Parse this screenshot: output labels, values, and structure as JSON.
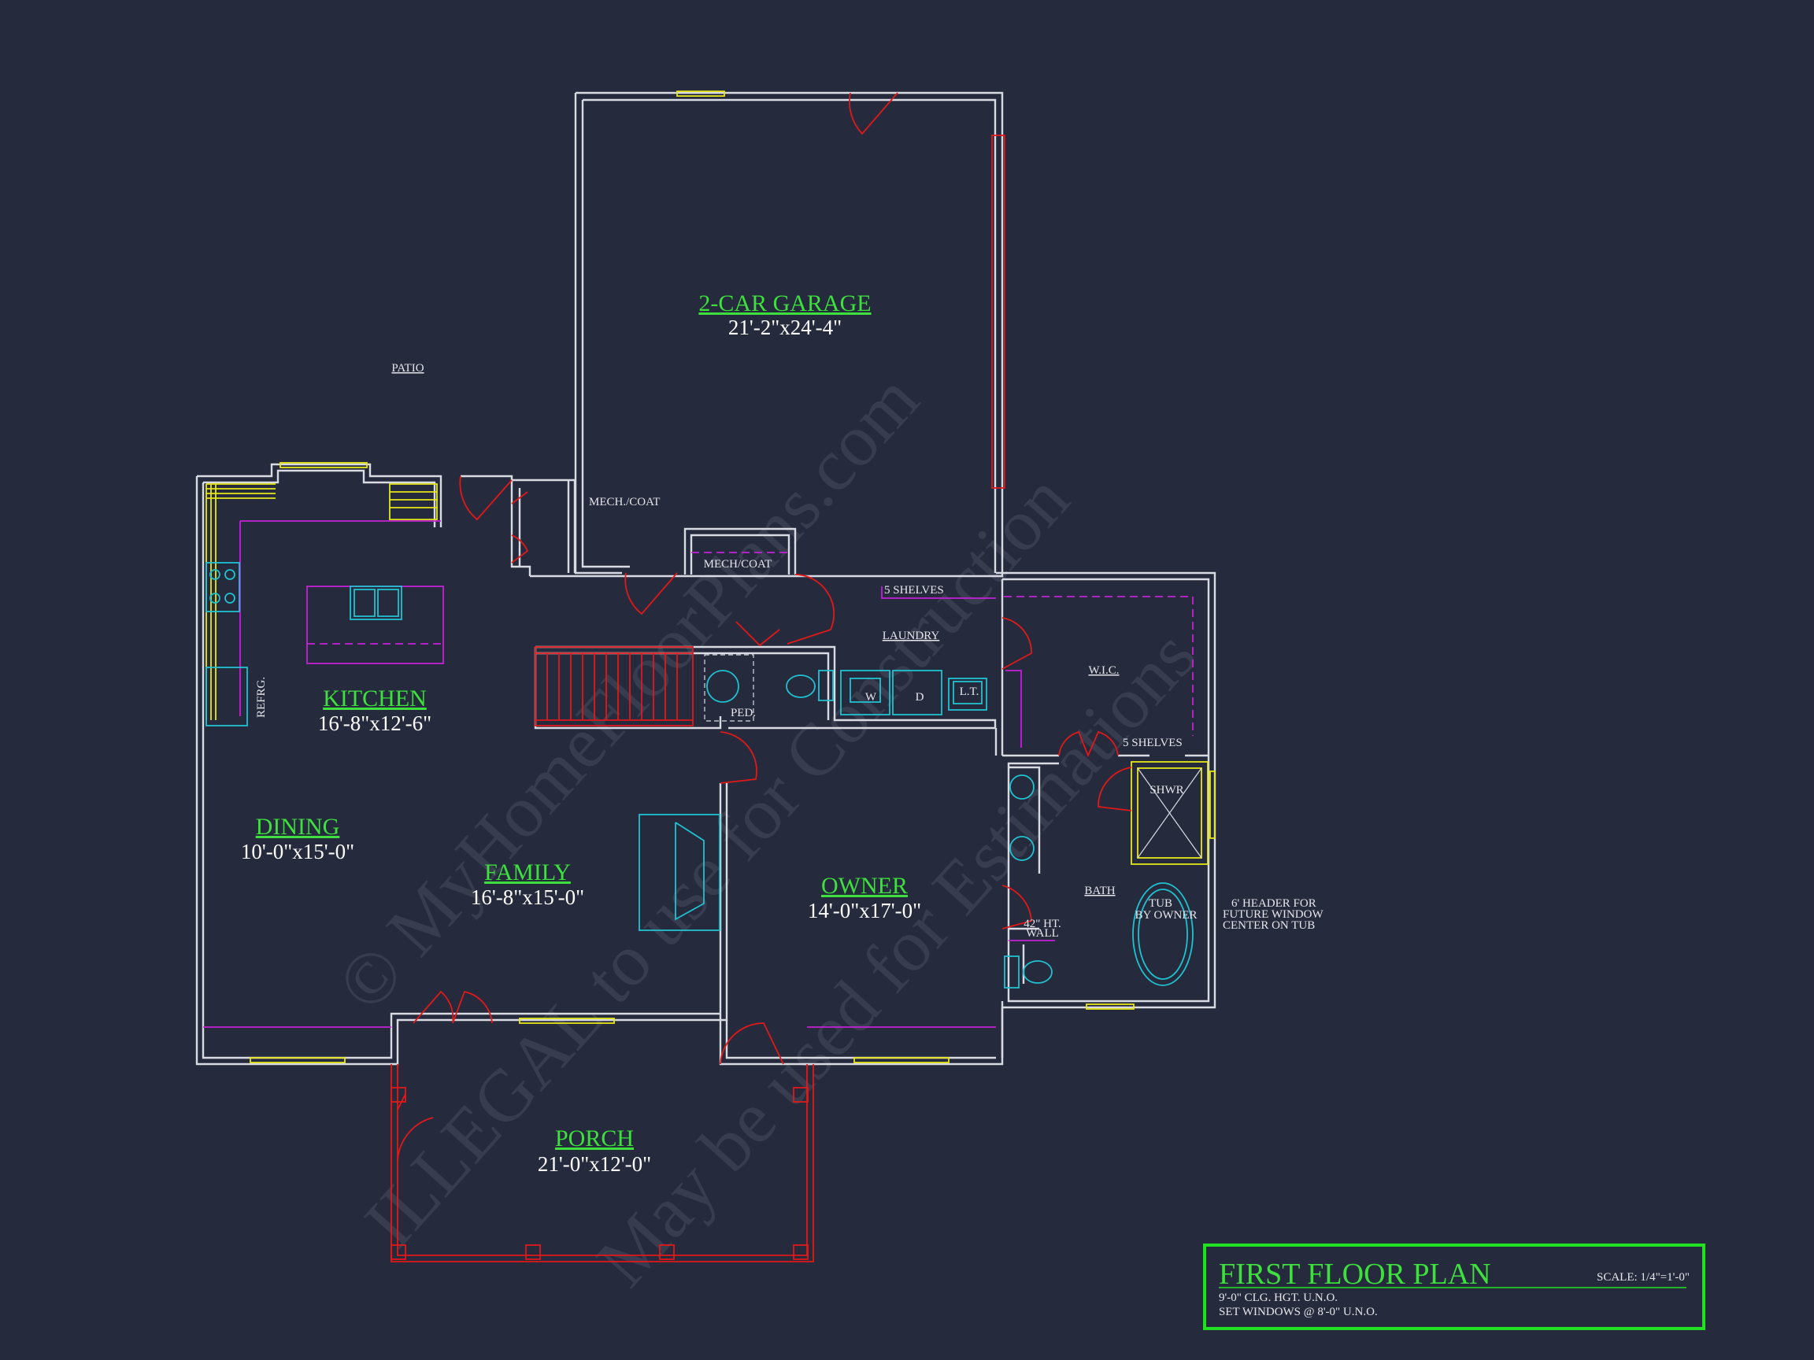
{
  "plan": {
    "rooms": [
      {
        "key": "garage",
        "name": "2-CAR GARAGE",
        "dims": "21'-2\"x24'-4\""
      },
      {
        "key": "kitchen",
        "name": "KITCHEN",
        "dims": "16'-8\"x12'-6\""
      },
      {
        "key": "dining",
        "name": "DINING",
        "dims": "10'-0\"x15'-0\""
      },
      {
        "key": "family",
        "name": "FAMILY",
        "dims": "16'-8\"x15'-0\""
      },
      {
        "key": "owner",
        "name": "OWNER",
        "dims": "14'-0\"x17'-0\""
      },
      {
        "key": "porch",
        "name": "PORCH",
        "dims": "21'-0\"x12'-0\""
      }
    ],
    "labels": {
      "patio": "PATIO",
      "mech_coat_1": "MECH./COAT",
      "mech_coat_2": "MECH/COAT",
      "shelves_1": "5 SHELVES",
      "laundry": "LAUNDRY",
      "wic": "W.I.C.",
      "shelves_2": "5 SHELVES",
      "shwr": "SHWR",
      "bath": "BATH",
      "tub_1": "TUB",
      "tub_2": "BY OWNER",
      "wall_1": "42\" HT.",
      "wall_2": "WALL",
      "header_1": "6' HEADER FOR",
      "header_2": "FUTURE WINDOW",
      "header_3": "CENTER ON TUB",
      "refrg": "REFRG.",
      "ped": "PED.",
      "washer": "W",
      "dryer": "D",
      "lt": "L.T."
    },
    "watermark": [
      "© MyHomeFloorPlans.com",
      "ILLEGAL to use for Construction",
      "May be used for Estimations"
    ]
  },
  "title_block": {
    "title": "FIRST FLOOR PLAN",
    "scale": "SCALE: 1/4\"=1'-0\"",
    "note_1": "9'-0\" CLG. HGT. U.N.O.",
    "note_2": "SET WINDOWS @ 8'-0\" U.N.O.",
    "border_color": "#22e022"
  },
  "colors": {
    "background": "#252a3d",
    "walls": "#d9dbe3",
    "room_names": "#3de03d",
    "doors": "#e01919",
    "cabinets": "#c421d6",
    "fixtures": "#20c2d0",
    "windows": "#e6e617"
  }
}
